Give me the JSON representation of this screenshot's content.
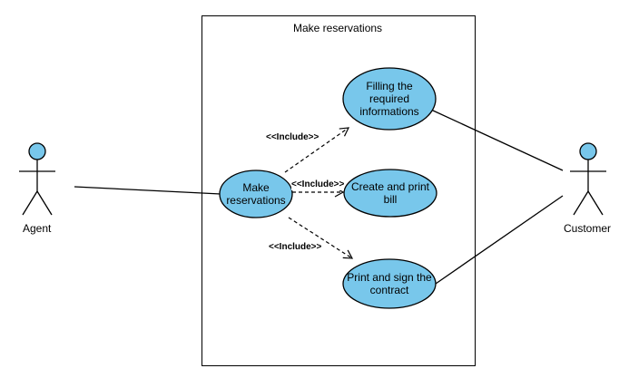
{
  "system": {
    "title": "Make reservations"
  },
  "actors": {
    "agent": "Agent",
    "customer": "Customer"
  },
  "use_cases": {
    "make_reservations": [
      "Make",
      "reservations"
    ],
    "filling": [
      "Filling the",
      "required",
      "informations"
    ],
    "create_print": [
      "Create and print",
      "bill"
    ],
    "print_sign": [
      "Print and sign the",
      "contract"
    ]
  },
  "relations": {
    "include_1": "<<Include>>",
    "include_2": "<<Include>>",
    "include_3": "<<Include>>"
  },
  "colors": {
    "use_case_fill": "#78C7EB",
    "actor_fill": "#78C7EB",
    "line": "#000000"
  }
}
